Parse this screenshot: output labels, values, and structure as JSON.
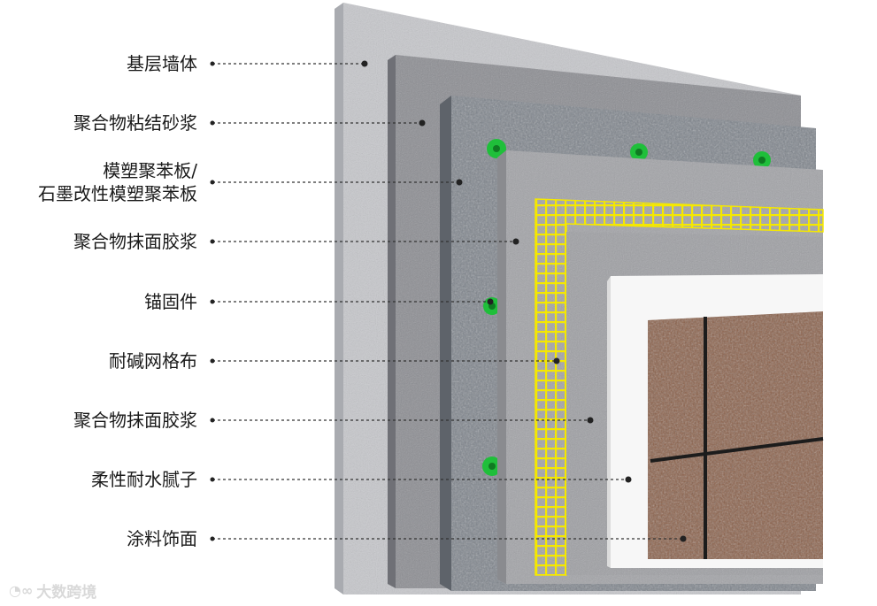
{
  "layers": [
    {
      "name": "base-wall",
      "lines": [
        "基层墙体"
      ]
    },
    {
      "name": "adhesive-mortar",
      "lines": [
        "聚合物粘结砂浆"
      ]
    },
    {
      "name": "eps-board",
      "lines": [
        "模塑聚苯板/",
        "石墨改性模塑聚苯板"
      ]
    },
    {
      "name": "base-coat-mortar-1",
      "lines": [
        "聚合物抹面胶浆"
      ]
    },
    {
      "name": "anchor",
      "lines": [
        "锚固件"
      ]
    },
    {
      "name": "alkali-resistant-mesh",
      "lines": [
        "耐碱网格布"
      ]
    },
    {
      "name": "base-coat-mortar-2",
      "lines": [
        "聚合物抹面胶浆"
      ]
    },
    {
      "name": "flexible-putty",
      "lines": [
        "柔性耐水腻子"
      ]
    },
    {
      "name": "paint-finish",
      "lines": [
        "涂料饰面"
      ]
    }
  ],
  "watermark": "大数跨境",
  "colors": {
    "base_wall": "#c7c8cc",
    "adhesive": "#8d8e93",
    "eps": "#7e848c",
    "mortar": "#a3a4a8",
    "mesh": "#f2e600",
    "putty": "#f7f7f7",
    "paint": "#8a5f48",
    "anchor": "#1fbf3a",
    "leader": "#333333"
  }
}
